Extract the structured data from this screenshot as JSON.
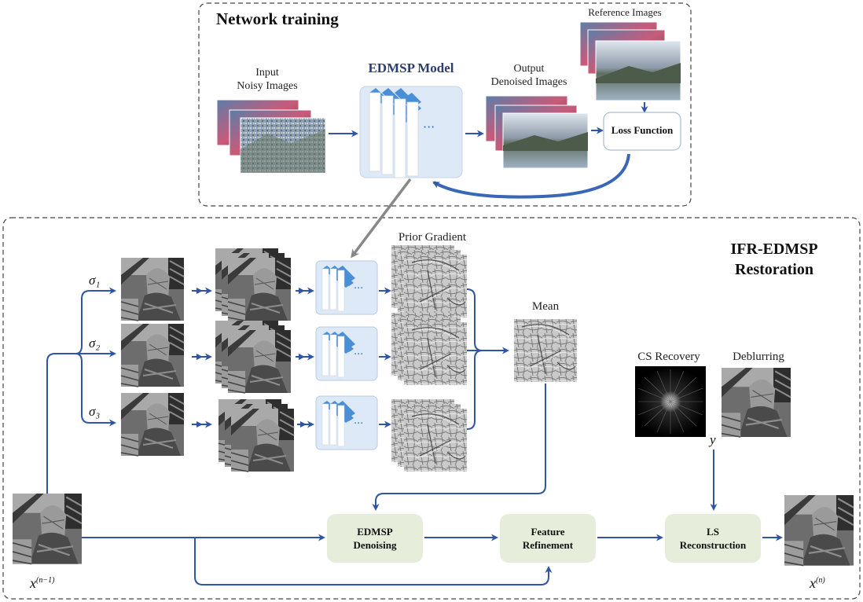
{
  "training": {
    "title": "Network training",
    "input_label": "Input\nNoisy Images",
    "model_label": "EDMSP Model",
    "output_label": "Output\nDenoised Images",
    "reference_label": "Reference Images",
    "loss_label": "Loss Function",
    "dots": "···"
  },
  "restoration": {
    "title": "IFR-EDMSP\nRestoration",
    "prior_gradient_label": "Prior Gradient",
    "mean_label": "Mean",
    "cs_recovery_label": "CS Recovery",
    "deblurring_label": "Deblurring",
    "sigma1": "σ₁",
    "sigma2": "σ₂",
    "sigma3": "σ₃",
    "y_label": "y",
    "x_in_label": "x",
    "x_in_sup": "(n−1)",
    "x_out_label": "x",
    "x_out_sup": "(n)",
    "edmsp_denoising": "EDMSP\nDenoising",
    "feature_refinement": "Feature\nRefinement",
    "ls_reconstruction": "LS\nReconstruction",
    "dots": "···"
  },
  "colors": {
    "arrow": "#2f55a4",
    "green_box": "#e6eedb",
    "model_stroke": "#4a8fd6",
    "model_bg": "#dde9f6"
  }
}
